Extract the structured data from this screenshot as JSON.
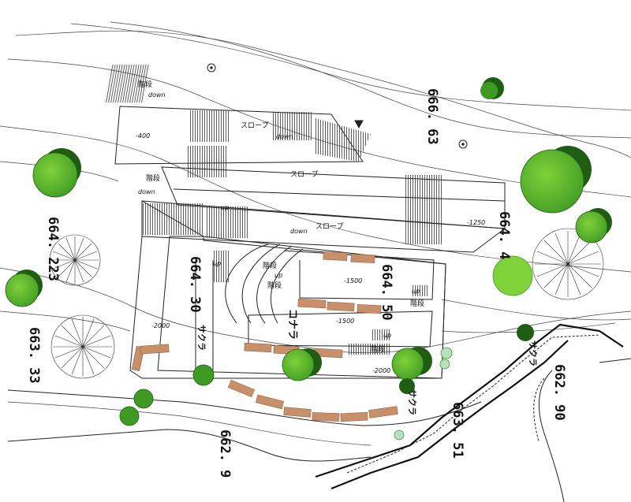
{
  "labels": {
    "kaidan": "階段",
    "slope": "スロープ",
    "down": "down",
    "up": "up",
    "plaza": "コナラ",
    "tree_left": "サクラ",
    "tree_right": "サクラ",
    "tree_bottom": "サクラ"
  },
  "levels": {
    "l400": "-400",
    "l1250": "-1250",
    "l1500a": "-1500",
    "l1500b": "-1500",
    "l2000a": "-2000",
    "l2000b": "-2000"
  },
  "elevations": {
    "e666_63": "666. 63",
    "e664_4": "664. 4",
    "e664_223": "664. 223",
    "e663_33": "663. 33",
    "e664_30": "664. 30",
    "e664_50": "664. 50",
    "e662_90a": "662. 90",
    "e662_90b": "662. 9",
    "e663_51": "663. 51"
  },
  "colors": {
    "tree_dark": "#1f5e12",
    "tree_mid": "#3f9a23",
    "tree_light": "#7fd23a",
    "bench": "#c8906a",
    "ink": "#111111"
  }
}
